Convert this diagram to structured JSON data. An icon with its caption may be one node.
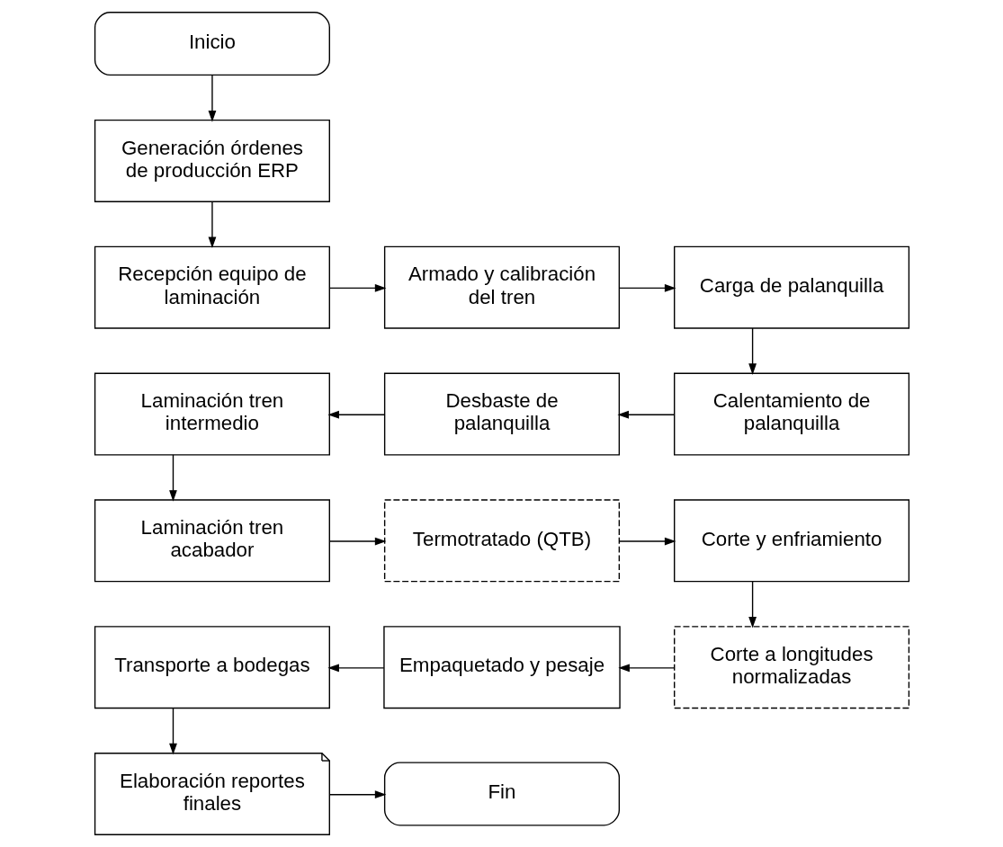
{
  "diagram": {
    "nodes": [
      {
        "text": [
          "Inicio"
        ]
      },
      {
        "text": [
          "Generación órdenes de producción ERP"
        ]
      },
      {
        "text": [
          "Recepción equipo de laminación"
        ]
      },
      {
        "text": [
          "Armado y calibración del tren"
        ]
      },
      {
        "text": [
          "Carga de palanquilla"
        ]
      },
      {
        "text": [
          "Calentamiento de palanquilla"
        ]
      },
      {
        "text": [
          "Desbaste de palanquilla"
        ]
      },
      {
        "text": [
          "Laminación tren intermedio"
        ]
      },
      {
        "text": [
          "Laminación tren acabador"
        ]
      },
      {
        "text": [
          "Termotratado (QTB)"
        ]
      },
      {
        "text": [
          "Corte y enfriamiento"
        ]
      },
      {
        "text": [
          "Corte a longitudes normalizadas"
        ]
      },
      {
        "text": [
          "Empaquetado y pesaje"
        ]
      },
      {
        "text": [
          "Transporte a bodegas"
        ]
      },
      {
        "text": [
          "Elaboración reportes finales"
        ]
      },
      {
        "text": [
          "Fin"
        ]
      }
    ],
    "edges": [
      {
        "from": 0,
        "to": 1,
        "arrow": "to"
      },
      {
        "from": 1,
        "to": 2,
        "arrow": "to"
      },
      {
        "from": 2,
        "to": 3,
        "arrow": "to"
      },
      {
        "from": 3,
        "to": 4,
        "arrow": "to"
      },
      {
        "from": 4,
        "to": 5,
        "arrow": "to"
      },
      {
        "from": 5,
        "to": 6,
        "arrow": "to"
      },
      {
        "from": 6,
        "to": 7,
        "arrow": "to"
      },
      {
        "from": 7,
        "to": 8,
        "arrow": "to"
      },
      {
        "from": 8,
        "to": 9,
        "arrow": "to"
      },
      {
        "from": 9,
        "to": 10,
        "arrow": "to"
      },
      {
        "from": 10,
        "to": 11,
        "arrow": "to"
      },
      {
        "from": 11,
        "to": 12,
        "arrow": "to"
      },
      {
        "from": 12,
        "to": 13,
        "arrow": "to"
      },
      {
        "from": 13,
        "to": 14,
        "arrow": "to"
      },
      {
        "from": 14,
        "to": 15,
        "arrow": "to"
      }
    ]
  }
}
